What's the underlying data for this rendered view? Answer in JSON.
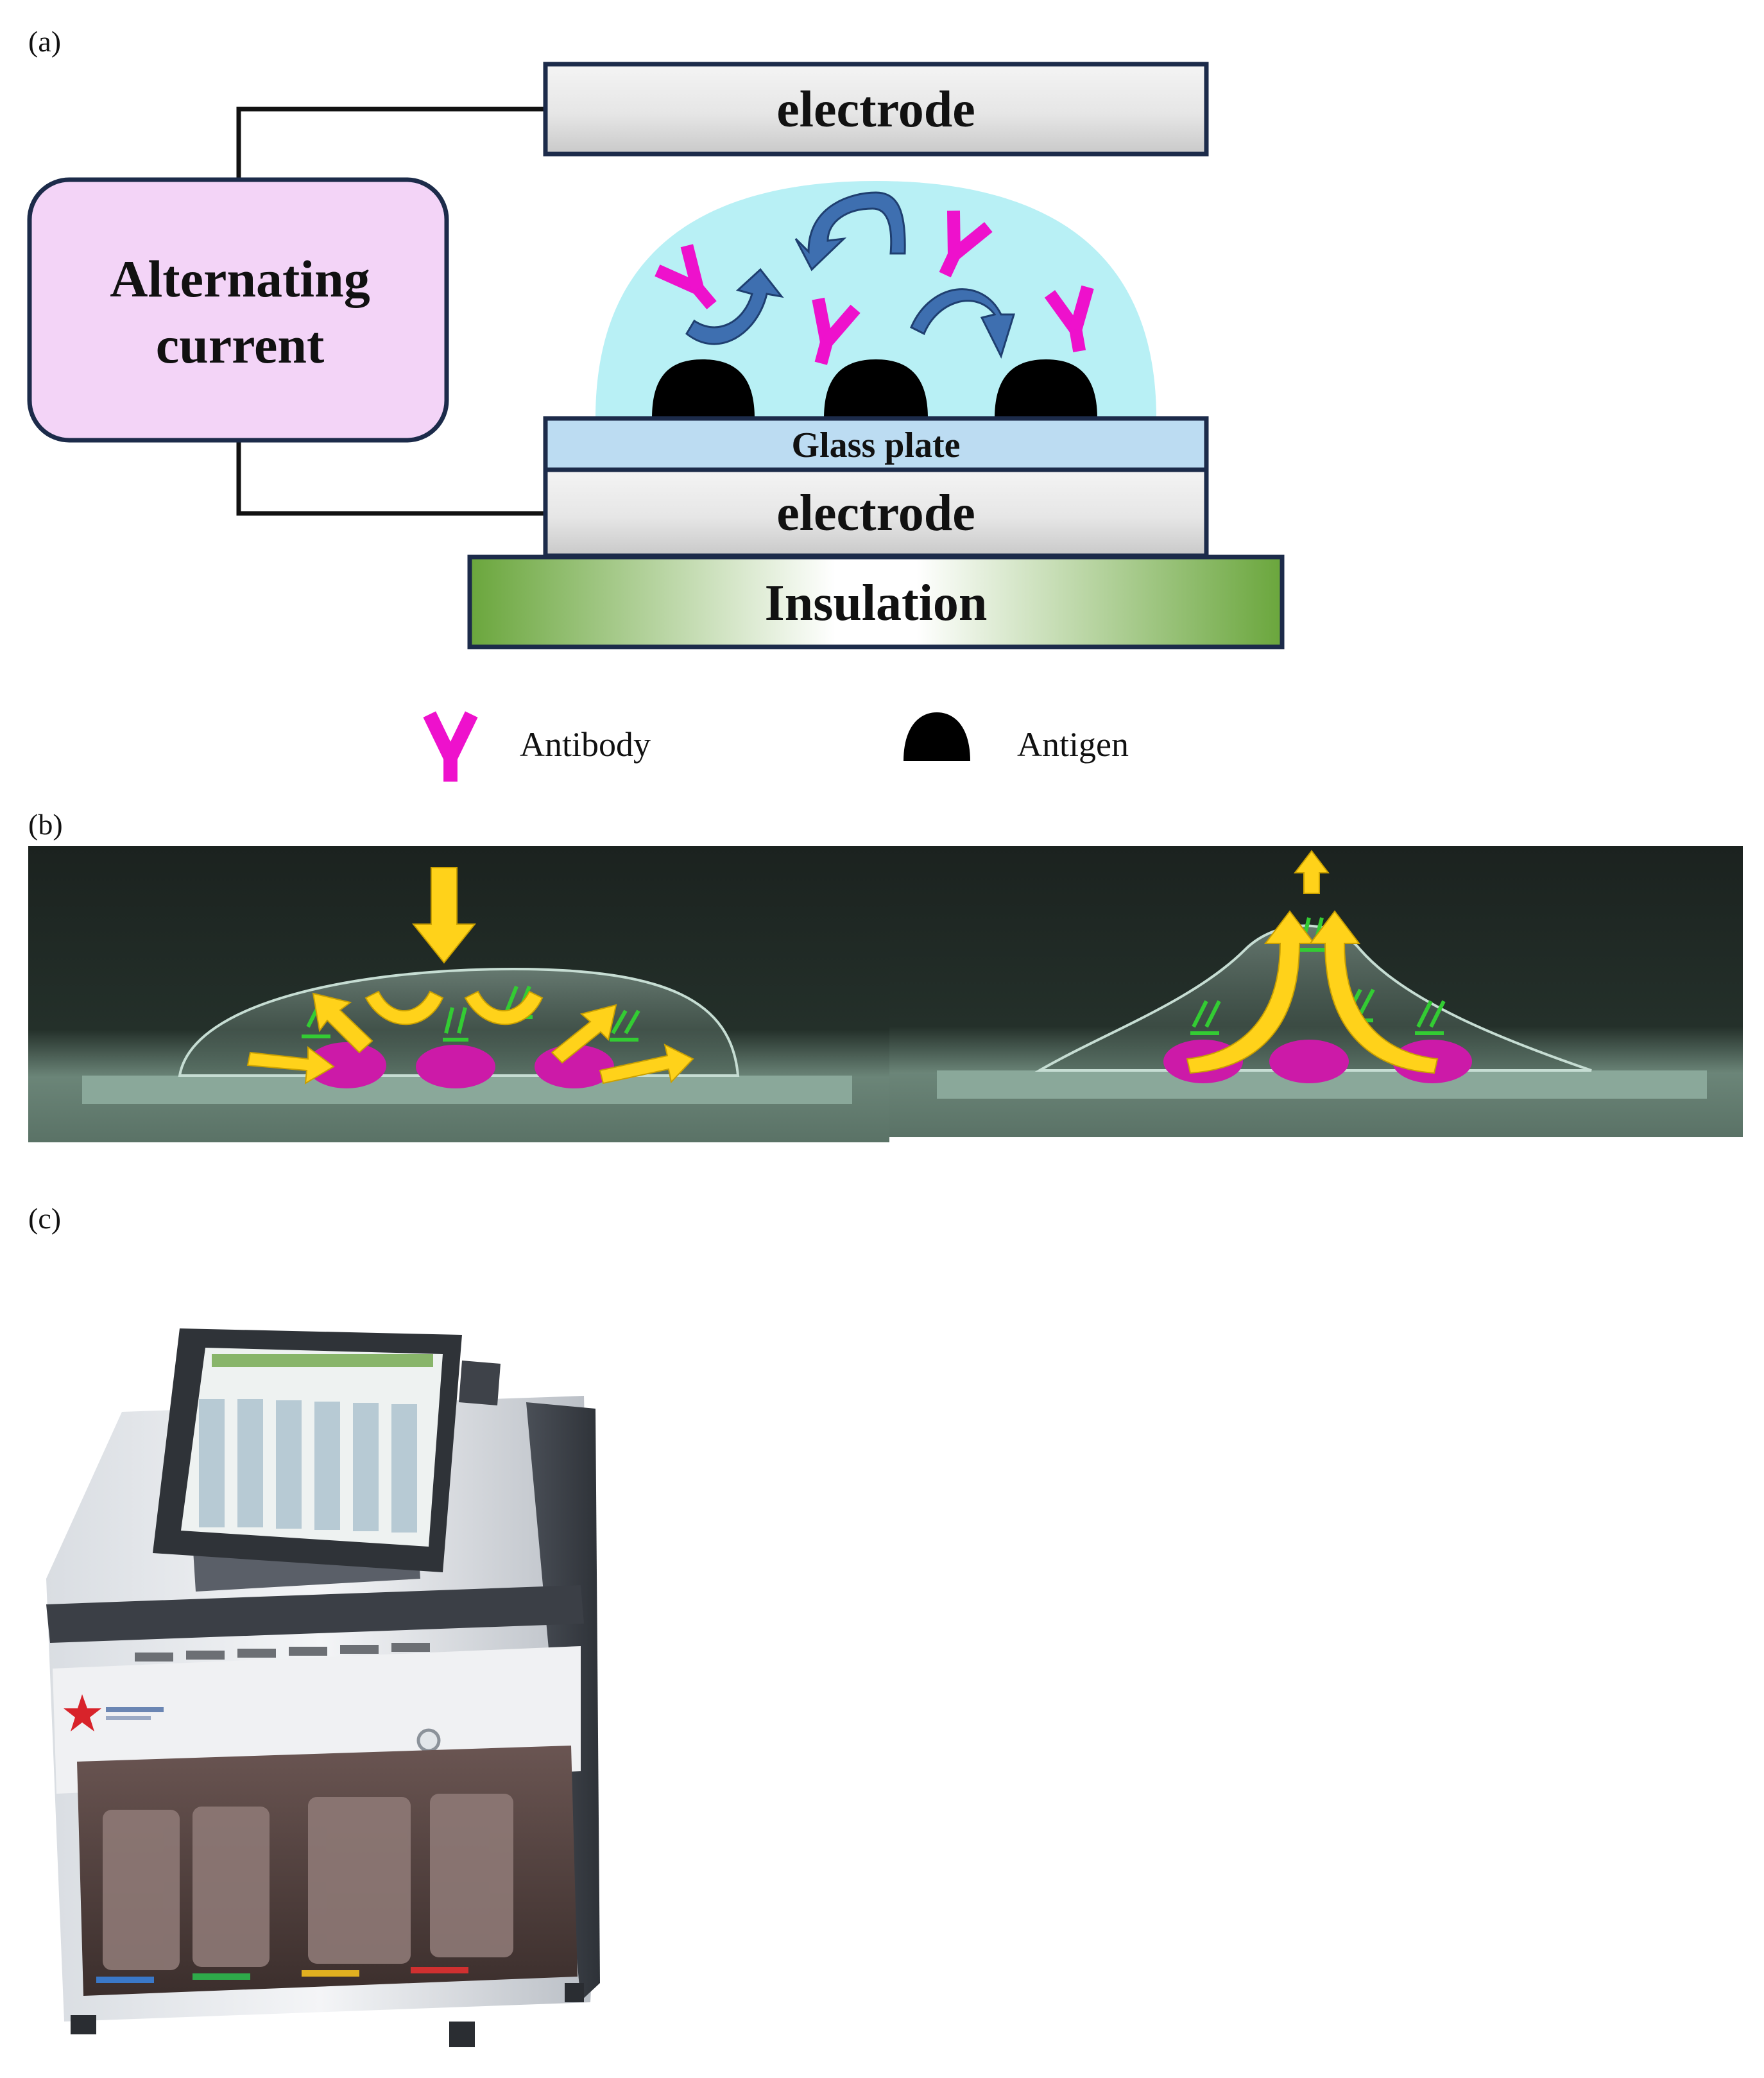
{
  "panels": {
    "a": {
      "label": "(a)",
      "power_box": {
        "line1": "Alternating",
        "line2": "current"
      },
      "top_electrode": "electrode",
      "glass_plate": "Glass plate",
      "bottom_electrode": "electrode",
      "insulation": "Insulation",
      "legend": {
        "antibody": "Antibody",
        "antigen": "Antigen"
      }
    },
    "b": {
      "label": "(b)"
    },
    "c": {
      "label": "(c)"
    }
  },
  "colors": {
    "antibody": "#ee11cc",
    "antigen": "#000000",
    "droplet": "#b8f0f5",
    "power_box": "#f3d4f7",
    "glass_plate": "#bcdcf2",
    "insulation": "#7ab64a",
    "flow_arrow": "#3e6fb0",
    "yellow_arrow": "#ffd21a",
    "green_antibody": "#33cc33",
    "magenta_antigen": "#cc1aa8"
  }
}
